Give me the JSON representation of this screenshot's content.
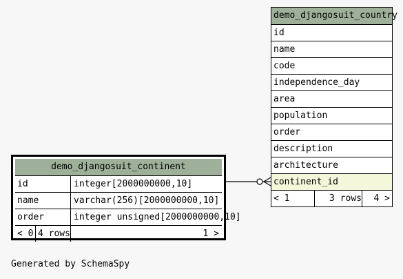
{
  "continent": {
    "name": "demo_djangosuit_continent",
    "columns": [
      {
        "name": "id",
        "type": "integer[2000000000,10]"
      },
      {
        "name": "name",
        "type": "varchar(256)[2000000000,10]"
      },
      {
        "name": "order",
        "type": "integer unsigned[2000000000,10]"
      }
    ],
    "footer": {
      "left": "< 0",
      "rows": "4 rows",
      "right": "1 >"
    }
  },
  "country": {
    "name": "demo_djangosuit_country",
    "columns": [
      "id",
      "name",
      "code",
      "independence_day",
      "area",
      "population",
      "order",
      "description",
      "architecture",
      "continent_id"
    ],
    "footer": {
      "left": "< 1",
      "rows": "3 rows",
      "right": "4 >"
    }
  },
  "generated_by": "Generated by SchemaSpy",
  "colors": {
    "header": "#9eb09a",
    "fk_highlight": "#f4f7da",
    "background": "#f7f7f7"
  }
}
